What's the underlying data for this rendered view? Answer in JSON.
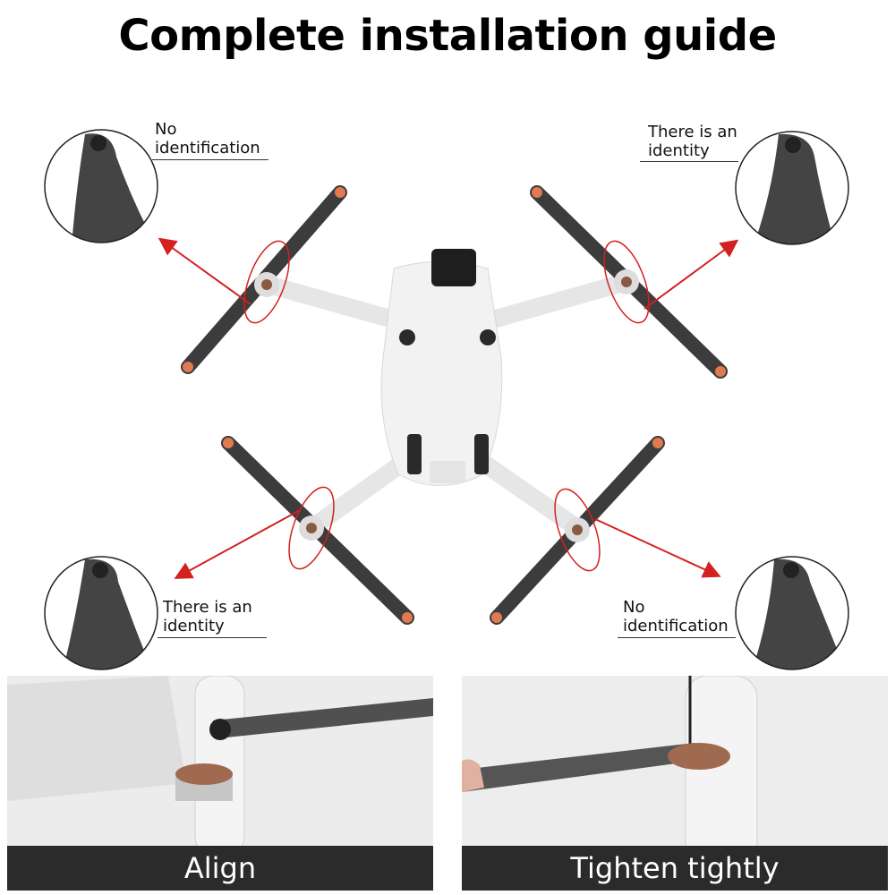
{
  "title": "Complete installation guide",
  "callouts": {
    "top_left": {
      "line1": "No",
      "line2": "identification"
    },
    "top_right": {
      "line1": "There is an",
      "line2": "identity"
    },
    "bottom_left": {
      "line1": "There is an",
      "line2": "identity"
    },
    "bottom_right": {
      "line1": "No",
      "line2": "identification"
    }
  },
  "steps": [
    {
      "caption": "Align"
    },
    {
      "caption": "Tighten tightly"
    }
  ],
  "colors": {
    "arrow": "#d42020",
    "propeller": "#3c3c3c",
    "tip": "#e07a50",
    "drone": "#efefef",
    "caption_bg": "#2b2b2b"
  }
}
